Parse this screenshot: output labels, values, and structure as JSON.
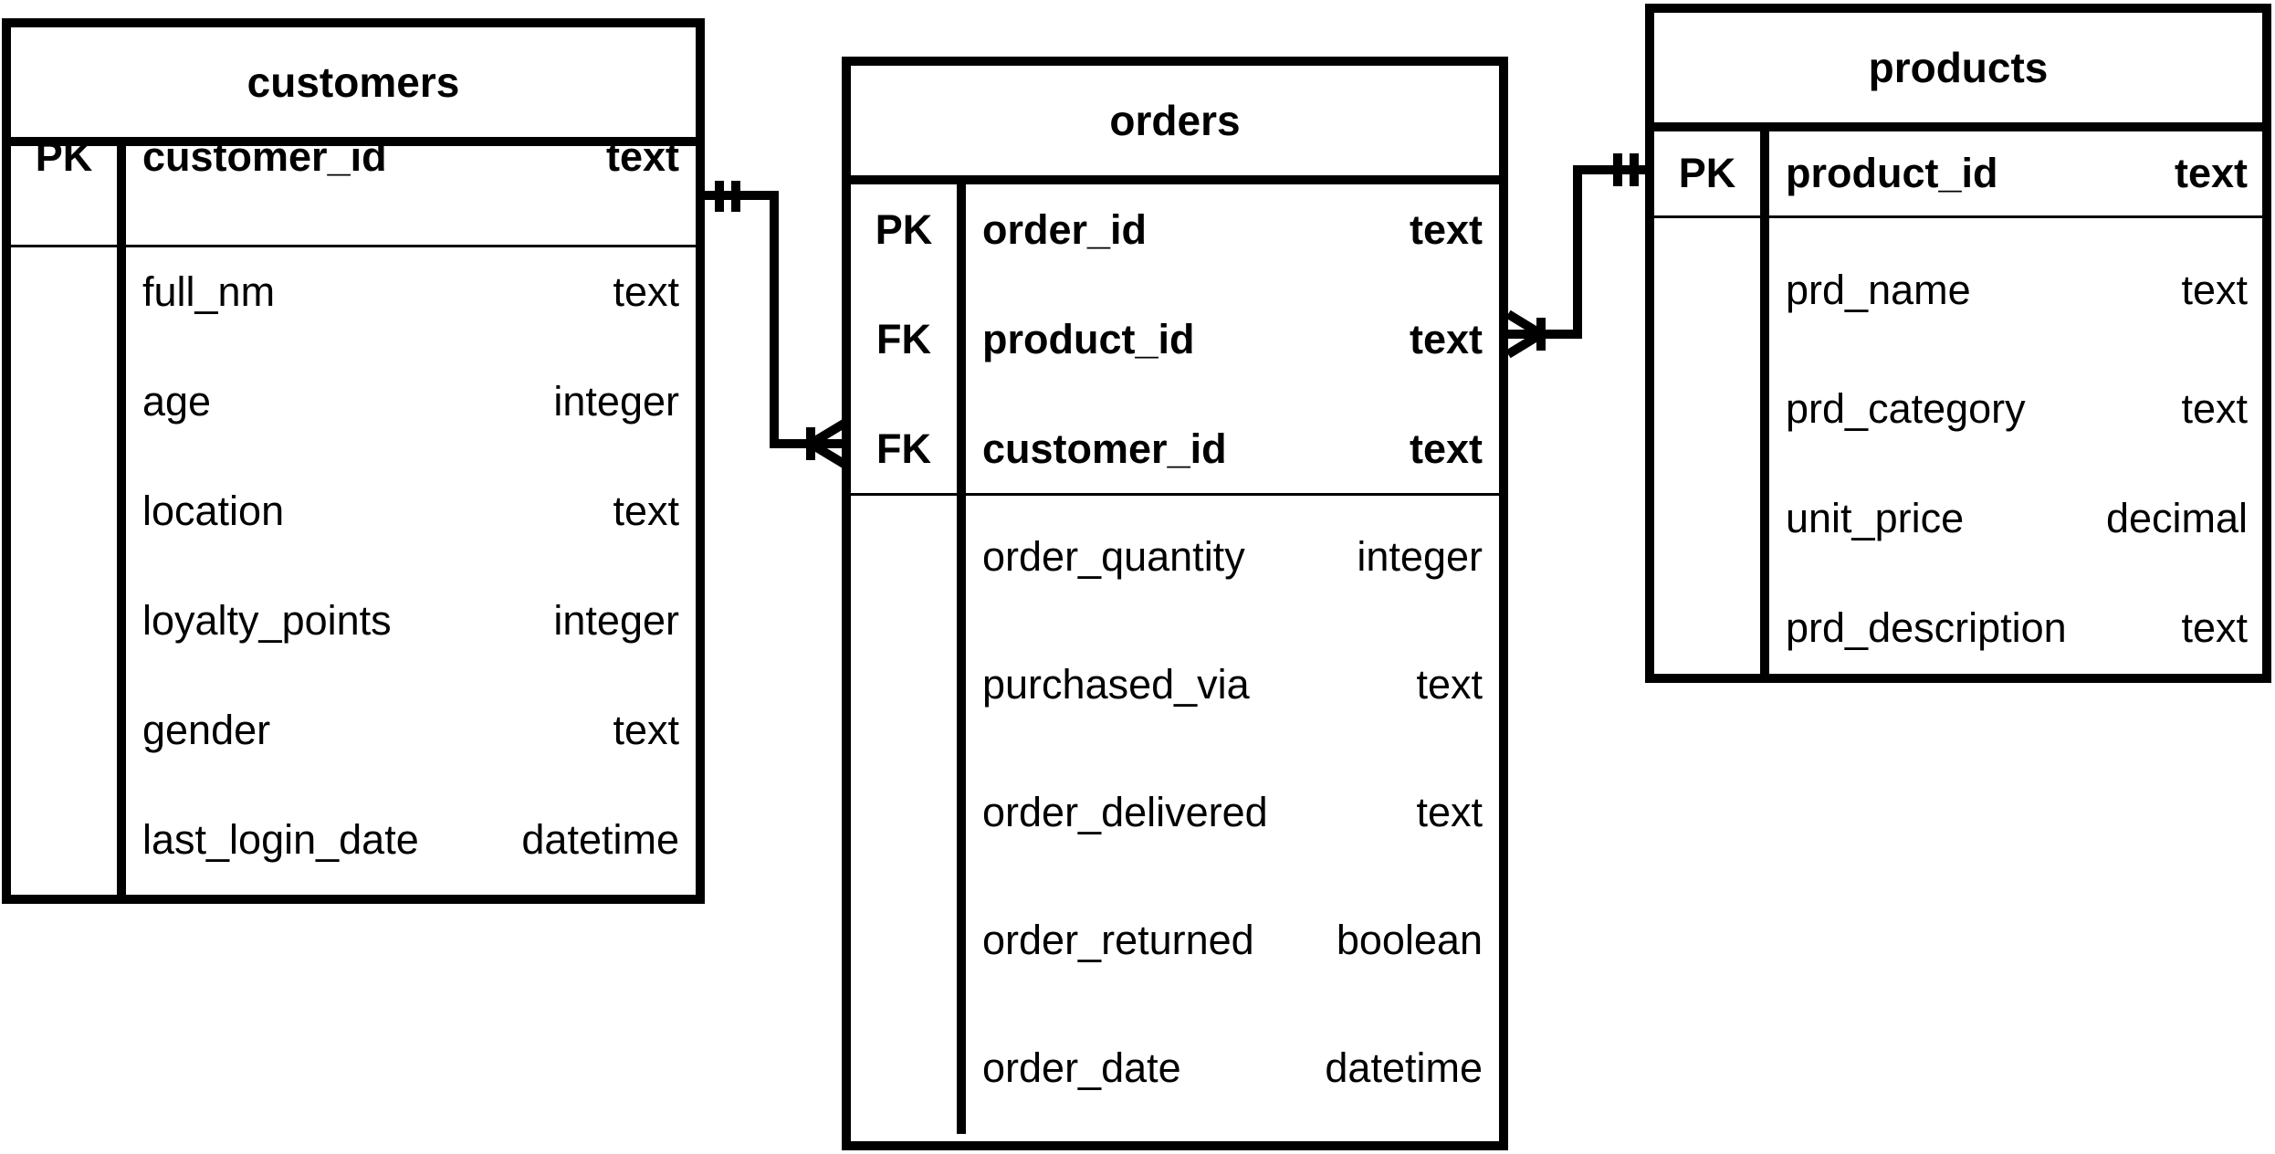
{
  "tables": {
    "customers": {
      "title": "customers",
      "key_rows": [
        {
          "key": "PK",
          "name": "customer_id",
          "type": "text"
        }
      ],
      "rows": [
        {
          "name": "full_nm",
          "type": "text"
        },
        {
          "name": "age",
          "type": "integer"
        },
        {
          "name": "location",
          "type": "text"
        },
        {
          "name": "loyalty_points",
          "type": "integer"
        },
        {
          "name": "gender",
          "type": "text"
        },
        {
          "name": "last_login_date",
          "type": "datetime"
        }
      ]
    },
    "orders": {
      "title": "orders",
      "key_rows": [
        {
          "key": "PK",
          "name": "order_id",
          "type": "text"
        },
        {
          "key": "FK",
          "name": "product_id",
          "type": "text"
        },
        {
          "key": "FK",
          "name": "customer_id",
          "type": "text"
        }
      ],
      "rows": [
        {
          "name": "order_quantity",
          "type": "integer"
        },
        {
          "name": "purchased_via",
          "type": "text"
        },
        {
          "name": "order_delivered",
          "type": "text"
        },
        {
          "name": "order_returned",
          "type": "boolean"
        },
        {
          "name": "order_date",
          "type": "datetime"
        }
      ]
    },
    "products": {
      "title": "products",
      "key_rows": [
        {
          "key": "PK",
          "name": "product_id",
          "type": "text"
        }
      ],
      "rows": [
        {
          "name": "prd_name",
          "type": "text"
        },
        {
          "name": "prd_category",
          "type": "text"
        },
        {
          "name": "unit_price",
          "type": "decimal"
        },
        {
          "name": "prd_description",
          "type": "text"
        }
      ]
    }
  },
  "relationships": [
    {
      "from": "customers.customer_id",
      "to": "orders.customer_id",
      "from_cardinality": "one-and-only-one",
      "to_cardinality": "one-or-many"
    },
    {
      "from": "products.product_id",
      "to": "orders.product_id",
      "from_cardinality": "one-and-only-one",
      "to_cardinality": "one-or-many"
    }
  ],
  "colors": {
    "line": "#000000",
    "background": "#ffffff"
  }
}
